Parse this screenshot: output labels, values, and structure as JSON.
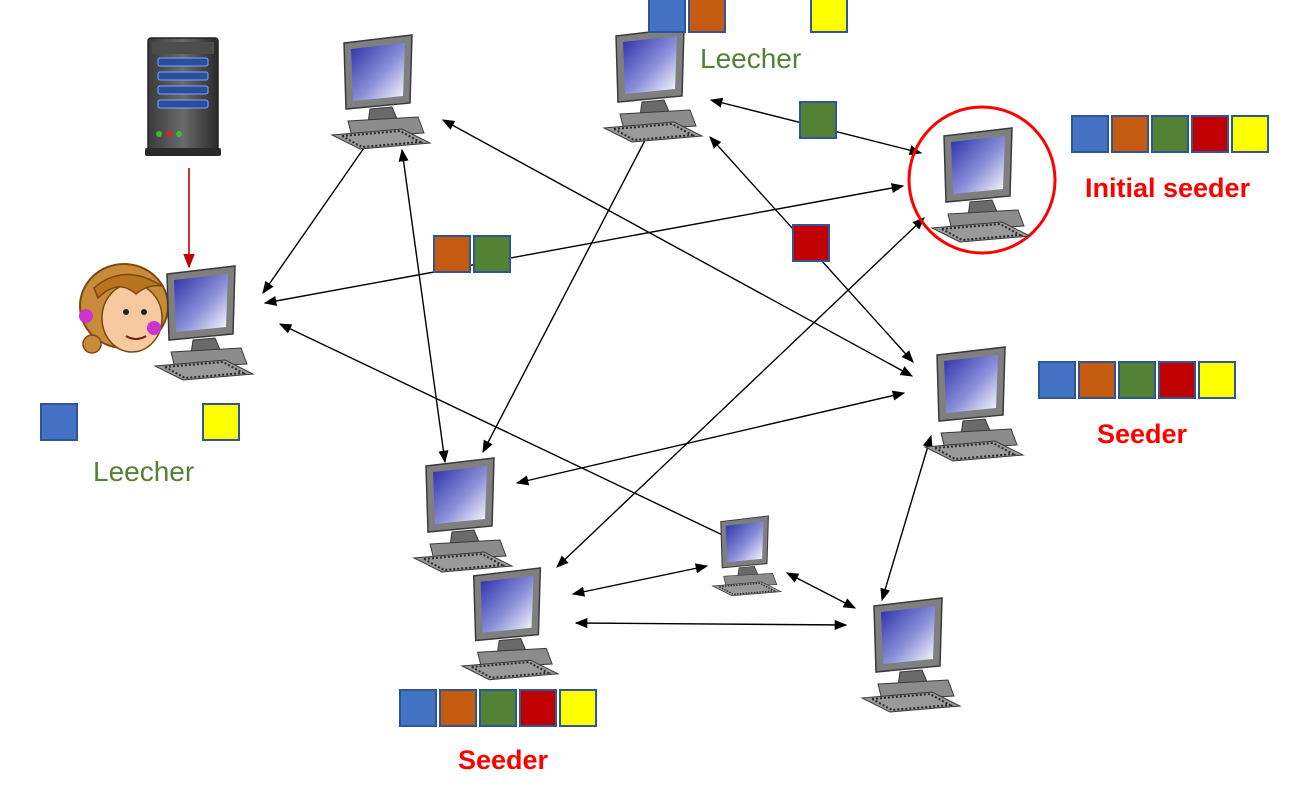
{
  "labels": {
    "leecher_left": "Leecher",
    "leecher_top": "Leecher",
    "initial_seeder": "Initial seeder",
    "seeder_right": "Seeder",
    "seeder_bottom": "Seeder"
  },
  "chunk_colors": {
    "blue": "#4472c4",
    "orange": "#c55a11",
    "green": "#548235",
    "red": "#c00000",
    "yellow": "#ffff00"
  },
  "chunk_sets": {
    "full_file": [
      "blue",
      "orange",
      "green",
      "red",
      "yellow"
    ],
    "left_leecher_has": [
      "blue",
      "yellow"
    ],
    "top_leecher_has": [
      "blue",
      "orange",
      "yellow"
    ],
    "transfer_to_left_leecher": [
      "orange",
      "green"
    ],
    "transfer_to_top_leecher_1": [
      "green"
    ],
    "transfer_to_top_leecher_2": [
      "red"
    ]
  },
  "icons": {
    "tracker": "server-icon",
    "peer": "desktop-computer-icon",
    "user": "person-icon"
  },
  "highlight_color": "#ff0000"
}
